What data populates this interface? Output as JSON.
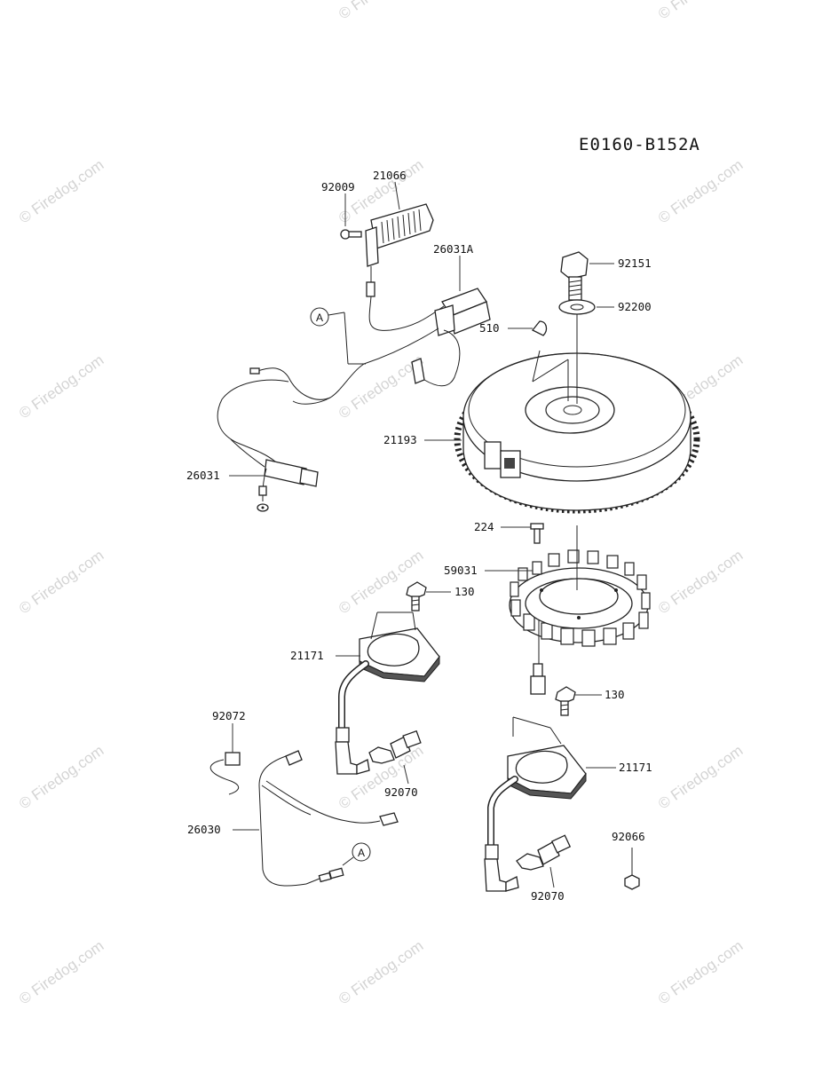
{
  "diagram_code": "E0160-B152A",
  "watermark": "© Firedog.com",
  "ref_marker": "A",
  "parts": {
    "p92009": "92009",
    "p21066": "21066",
    "p26031A": "26031A",
    "p92151": "92151",
    "p92200": "92200",
    "p510": "510",
    "p21193": "21193",
    "p26031": "26031",
    "p224": "224",
    "p59031": "59031",
    "p130_left": "130",
    "p21171_left": "21171",
    "p130_right": "130",
    "p92072": "92072",
    "p92070_left": "92070",
    "p21171_right": "21171",
    "p26030": "26030",
    "p92066": "92066",
    "p92070_right": "92070"
  }
}
